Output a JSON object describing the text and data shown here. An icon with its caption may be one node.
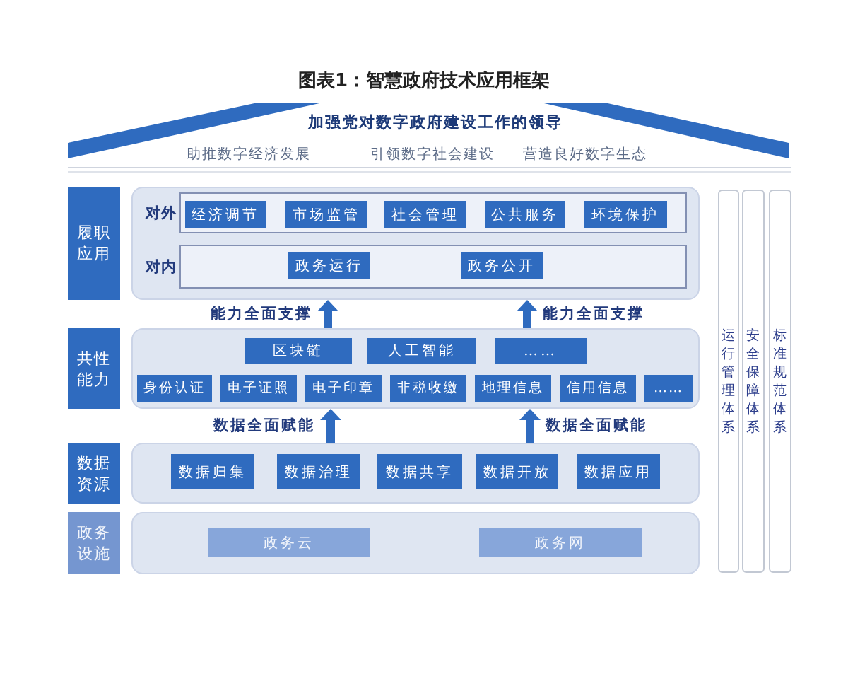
{
  "diagram": {
    "title": "图表1：智慧政府技术应用框架",
    "nodes": [
      {
        "text": [
          "加强党对数字政府建设工作的领导",
          "助推数字经济发展",
          "引领数字社会建设",
          "营造良好数字生态"
        ]
      },
      {
        "text": [
          "履职应用"
        ]
      },
      {
        "text": [],
        "shape": "box"
      },
      {
        "text": [
          "对外"
        ],
        "in": 2
      },
      {
        "text": [
          "经济调节"
        ],
        "in": 3
      },
      {
        "text": [
          "市场监管"
        ],
        "in": 3
      },
      {
        "text": [
          "社会管理"
        ],
        "in": 3
      },
      {
        "text": [
          "公共服务"
        ],
        "in": 3
      },
      {
        "text": [
          "环境保护"
        ],
        "in": 3
      },
      {
        "text": [
          "对内"
        ],
        "in": 2
      },
      {
        "text": [
          "政务运行"
        ],
        "in": 9
      },
      {
        "text": [
          "政务公开"
        ],
        "in": 9
      },
      {
        "text": [
          "共性能力"
        ]
      },
      {
        "text": [],
        "shape": "box"
      },
      {
        "text": [
          "区块链"
        ],
        "in": 13
      },
      {
        "text": [
          "人工智能"
        ],
        "in": 13
      },
      {
        "text": [
          "……"
        ],
        "in": 13
      },
      {
        "text": [
          "身份认证"
        ],
        "in": 13
      },
      {
        "text": [
          "电子证照"
        ],
        "in": 13
      },
      {
        "text": [
          "电子印章"
        ],
        "in": 13
      },
      {
        "text": [
          "非税收缴"
        ],
        "in": 13
      },
      {
        "text": [
          "地理信息"
        ],
        "in": 13
      },
      {
        "text": [
          "信用信息"
        ],
        "in": 13
      },
      {
        "text": [
          "……"
        ],
        "in": 13
      },
      {
        "text": [
          "数据资源"
        ]
      },
      {
        "text": [],
        "shape": "box"
      },
      {
        "text": [
          "数据归集"
        ],
        "in": 25
      },
      {
        "text": [
          "数据治理"
        ],
        "in": 25
      },
      {
        "text": [
          "数据共享"
        ],
        "in": 25
      },
      {
        "text": [
          "数据开放"
        ],
        "in": 25
      },
      {
        "text": [
          "数据应用"
        ],
        "in": 25
      },
      {
        "text": [
          "政务设施"
        ]
      },
      {
        "text": [],
        "shape": "box"
      },
      {
        "text": [
          "政务云"
        ],
        "in": 32
      },
      {
        "text": [
          "政务网"
        ],
        "in": 32
      },
      {
        "text": [
          "运行管理体系"
        ]
      },
      {
        "text": [
          "安全保障体系"
        ]
      },
      {
        "text": [
          "标准规范体系"
        ]
      }
    ],
    "edges": [
      {
        "from": 13,
        "to": 2,
        "arrow": "to",
        "label": "能力全面支撑"
      },
      {
        "from": 13,
        "to": 2,
        "arrow": "to",
        "label": "能力全面支撑"
      },
      {
        "from": 25,
        "to": 13,
        "arrow": "to",
        "label": "数据全面赋能"
      },
      {
        "from": 25,
        "to": 13,
        "arrow": "to",
        "label": "数据全面赋能"
      }
    ]
  }
}
